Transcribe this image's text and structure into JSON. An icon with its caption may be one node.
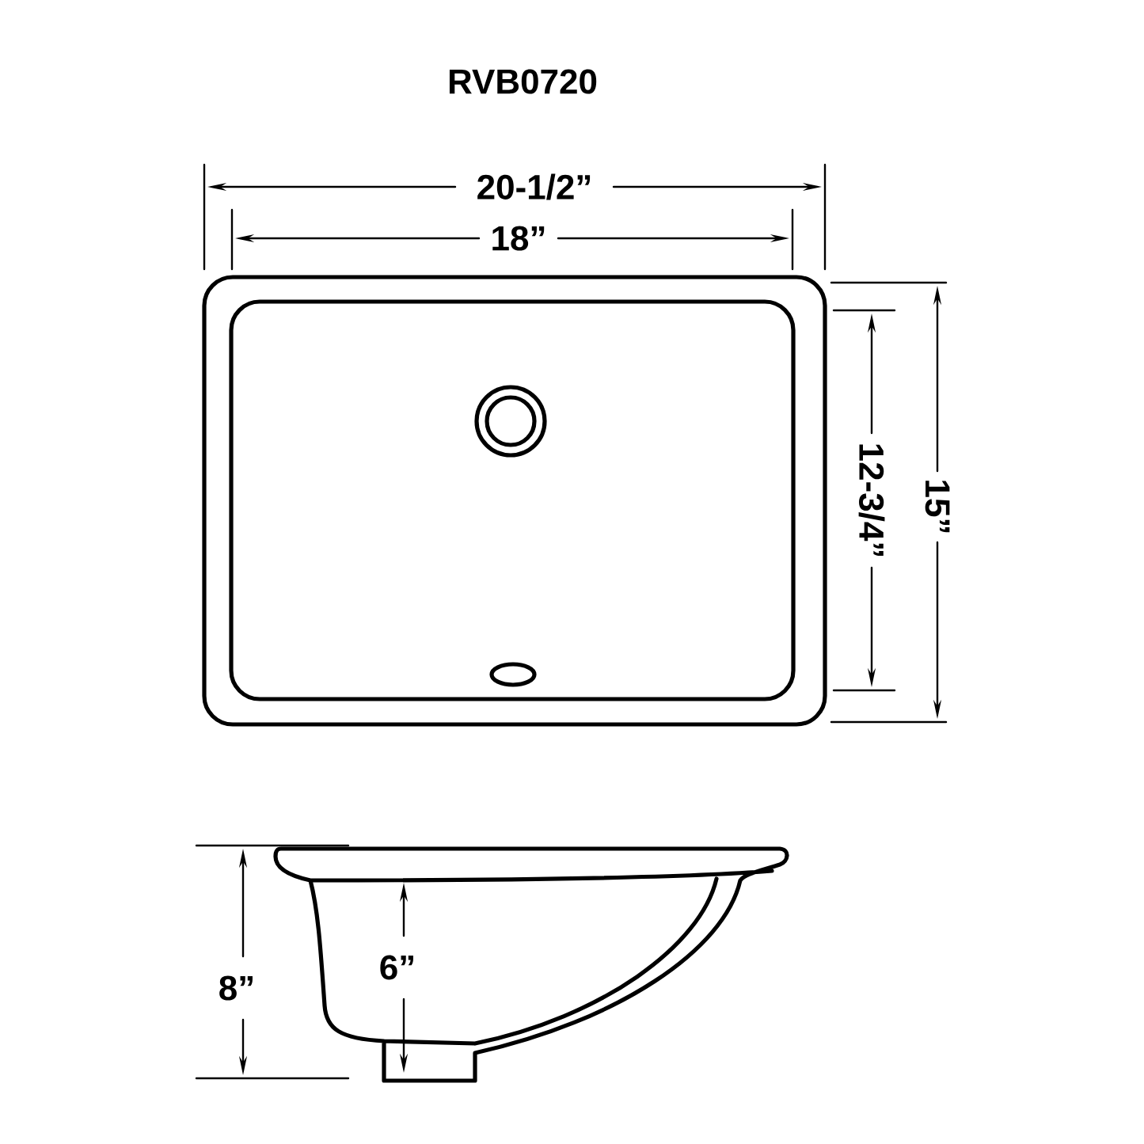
{
  "diagram": {
    "title": "RVB0720",
    "labels": [
      "20-1/2”",
      "18”",
      "12-3/4”",
      "15”",
      "8”",
      "6”"
    ]
  }
}
